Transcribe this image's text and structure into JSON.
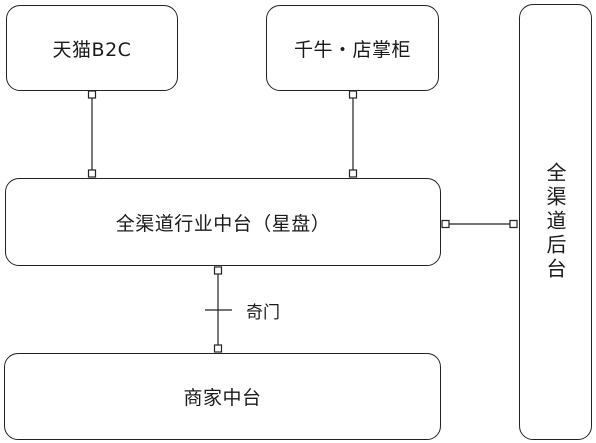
{
  "nodes": {
    "tmall": "天猫B2C",
    "qianniu": "千牛・店掌柜",
    "omni_middle": "全渠道行业中台（星盘）",
    "merchant": "商家中台",
    "omni_backend": "全渠道后台"
  },
  "edges": {
    "qimen_label": "奇门"
  }
}
